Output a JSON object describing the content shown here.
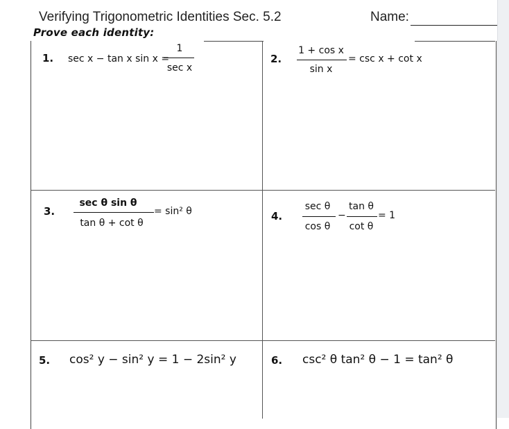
{
  "header": {
    "title": "Verifying Trigonometric Identities  Sec. 5.2",
    "name_label": "Name:",
    "instructions": "Prove each identity:"
  },
  "problems": [
    {
      "number": "1.",
      "lhs": "sec x − tan x sin x =",
      "numerator": "1",
      "denominator": "sec x"
    },
    {
      "number": "2.",
      "numerator": "1 + cos x",
      "denominator": "sin x",
      "rhs": "= csc x + cot x"
    },
    {
      "number": "3.",
      "numerator": "sec θ sin θ",
      "denominator": "tan θ + cot θ",
      "rhs": "= sin² θ"
    },
    {
      "number": "4.",
      "num1": "sec θ",
      "den1": "cos θ",
      "minus": "−",
      "num2": "tan θ",
      "den2": "cot θ",
      "rhs": "= 1"
    },
    {
      "number": "5.",
      "equation": "cos² y − sin² y = 1 − 2sin² y"
    },
    {
      "number": "6.",
      "equation": "csc² θ tan² θ − 1 = tan² θ"
    }
  ]
}
